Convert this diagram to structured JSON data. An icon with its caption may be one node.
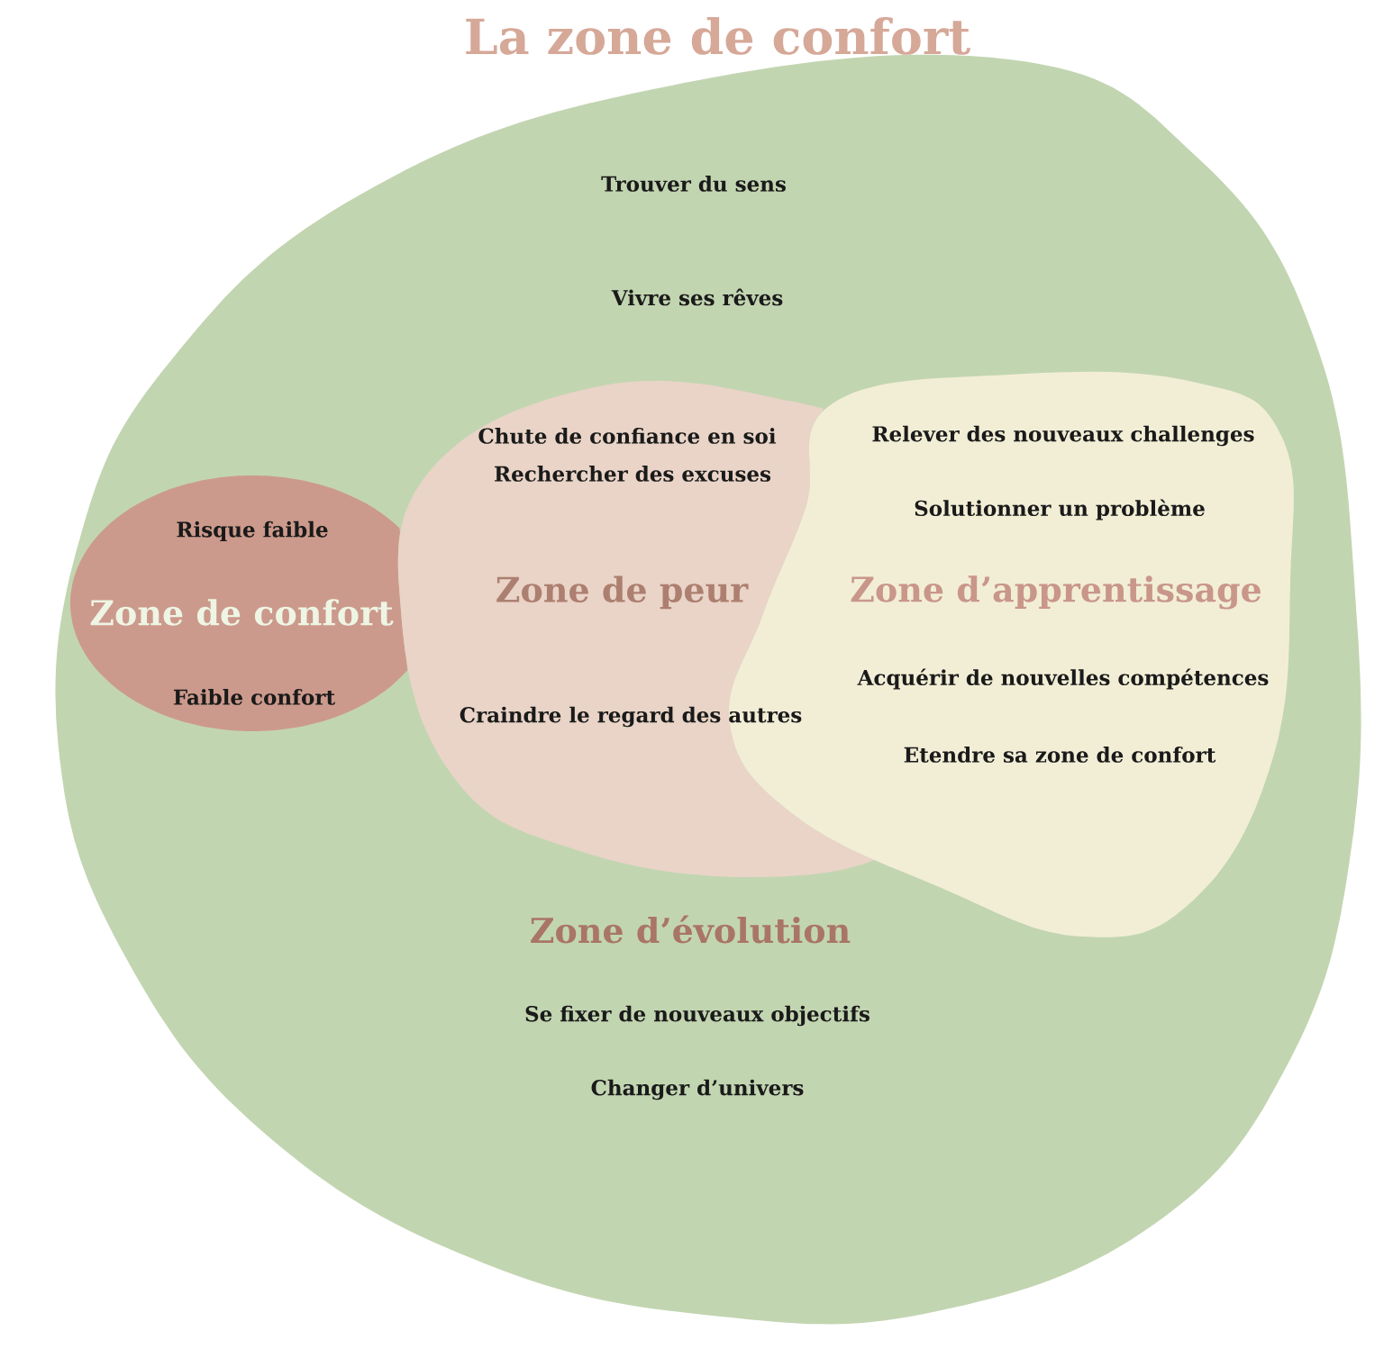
{
  "diagram": {
    "title": "La zone de confort",
    "nodes": [
      {
        "text": [
          "Trouver du sens",
          "Vivre ses rêves",
          "Zone d’évolution",
          "Se fixer de nouveaux objectifs",
          "Changer d’univers"
        ]
      },
      {
        "text": [
          "Risque faible",
          "Zone de confort",
          "Faible confort"
        ],
        "in": 0
      },
      {
        "text": [
          "Chute de confiance en soi",
          "Rechercher des excuses",
          "Zone de peur",
          "Craindre le regard des autres"
        ],
        "in": 0
      },
      {
        "text": [
          "Relever des nouveaux challenges",
          "Solutionner un problème",
          "Zone d’apprentissage",
          "Acquérir de nouvelles compétences",
          "Etendre sa zone de confort"
        ],
        "in": 0
      }
    ]
  }
}
